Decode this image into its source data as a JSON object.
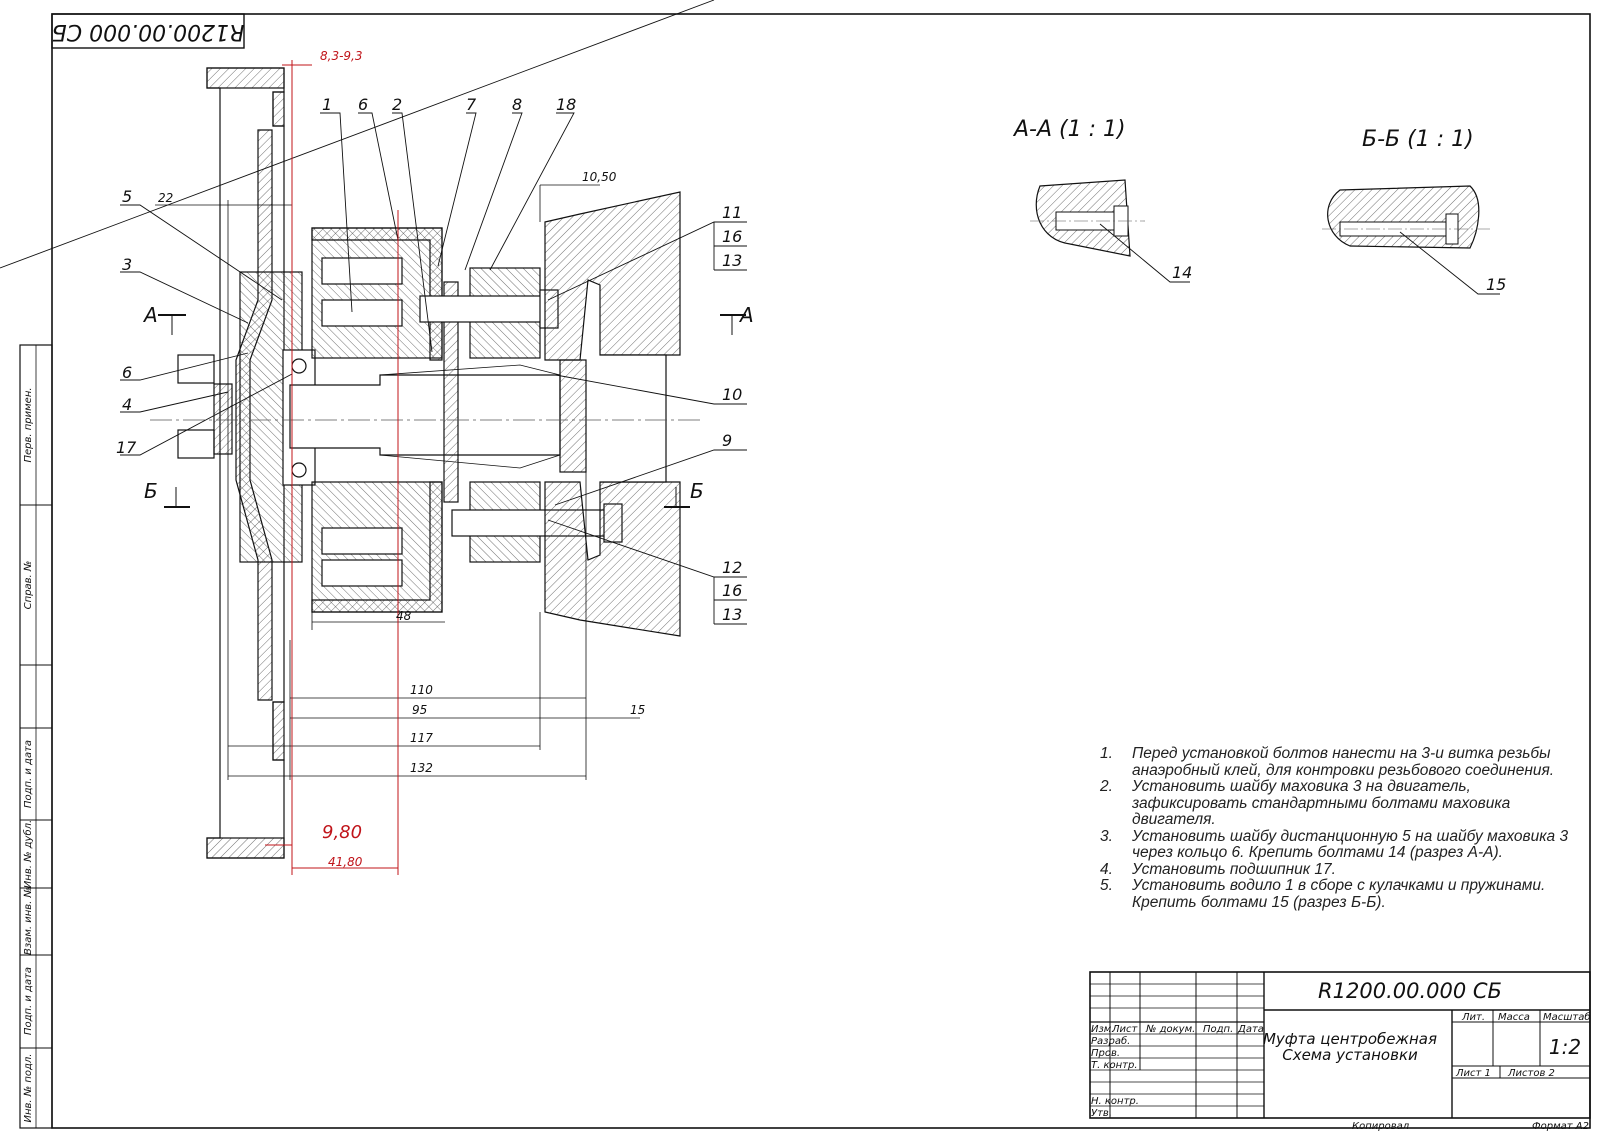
{
  "stamp_code": "R1200.00.000 СБ",
  "sections": [
    {
      "title": "А-А  (1 : 1)",
      "callout": "14"
    },
    {
      "title": "Б-Б  (1 : 1)",
      "callout": "15"
    }
  ],
  "callouts": {
    "c1": "1",
    "c6a": "6",
    "c2": "2",
    "c7": "7",
    "c8": "8",
    "c18": "18",
    "c5": "5",
    "c3": "3",
    "c6b": "6",
    "c4": "4",
    "c17": "17",
    "c11": "11",
    "c16a": "16",
    "c13a": "13",
    "c10": "10",
    "c9": "9",
    "c12": "12",
    "c16b": "16",
    "c13b": "13"
  },
  "section_marks": {
    "a_left": "А",
    "a_right": "А",
    "b_left": "Б",
    "b_right": "Б"
  },
  "dimensions": {
    "d_8393": "8,3-9,3",
    "d_22": "22",
    "d_1050": "10,50",
    "d_48": "48",
    "d_110": "110",
    "d_95": "95",
    "d_15": "15",
    "d_117": "117",
    "d_132": "132",
    "d_980": "9,80",
    "d_4180": "41,80"
  },
  "side_strip": [
    "Перв. примен.",
    "Справ. №",
    "Подп. и дата",
    "Инв. № дубл.",
    "Взам. инв. №",
    "Подп. и дата",
    "Инв. № подл."
  ],
  "notes": [
    {
      "num": "1.",
      "text": "Перед установкой болтов нанести на  3-и витка резьбы анаэробный клей, для контровки резьбового соединения."
    },
    {
      "num": "2.",
      "text": "Установить шайбу маховика 3 на двигатель, зафиксировать стандартными болтами маховика двигателя."
    },
    {
      "num": "3.",
      "text": "Установить шайбу дистанционную 5 на шайбу маховика  3 через кольцо 6. Крепить болтами 14 (разрез А-А)."
    },
    {
      "num": "4.",
      "text": "Установить подшипник 17."
    },
    {
      "num": "5.",
      "text": "Установить водило 1 в сборе с  кулачками и пружинами. Крепить болтами 15  (разрез Б-Б)."
    }
  ],
  "title_block": {
    "code": "R1200.00.000 СБ",
    "name_line1": "Муфта центробежная",
    "name_line2": "Схема установки",
    "col_izm": "Изм.",
    "col_list": "Лист",
    "col_doc": "№ докум.",
    "col_podp": "Подп.",
    "col_date": "Дата",
    "row_razrab": "Разраб.",
    "row_prov": "Пров.",
    "row_tkontr": "Т. контр.",
    "row_nkontr": "Н. контр.",
    "row_utv": "Утв.",
    "lit": "Лит.",
    "massa": "Масса",
    "masshtab": "Масштаб",
    "scale": "1:2",
    "sheet": "Лист 1",
    "sheets": "Листов 2",
    "copied": "Копировал",
    "format": "Формат А2"
  }
}
